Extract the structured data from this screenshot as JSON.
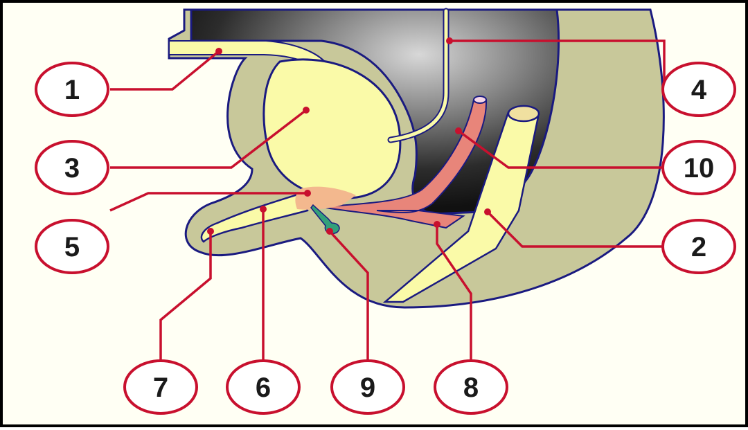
{
  "diagram": {
    "labels": [
      "1",
      "2",
      "3",
      "4",
      "5",
      "6",
      "7",
      "8",
      "9",
      "10"
    ]
  },
  "colors": {
    "background": "#fffff4",
    "outline": "#1a1a80",
    "tissue": "#c8c89a",
    "sac_yellow": "#fafaa8",
    "cavity_dark": "#1e1e1e",
    "vessel_pink": "#e8857a",
    "node_green": "#33a07a",
    "leader_red": "#c8102e",
    "callout_border": "#c8102e"
  }
}
